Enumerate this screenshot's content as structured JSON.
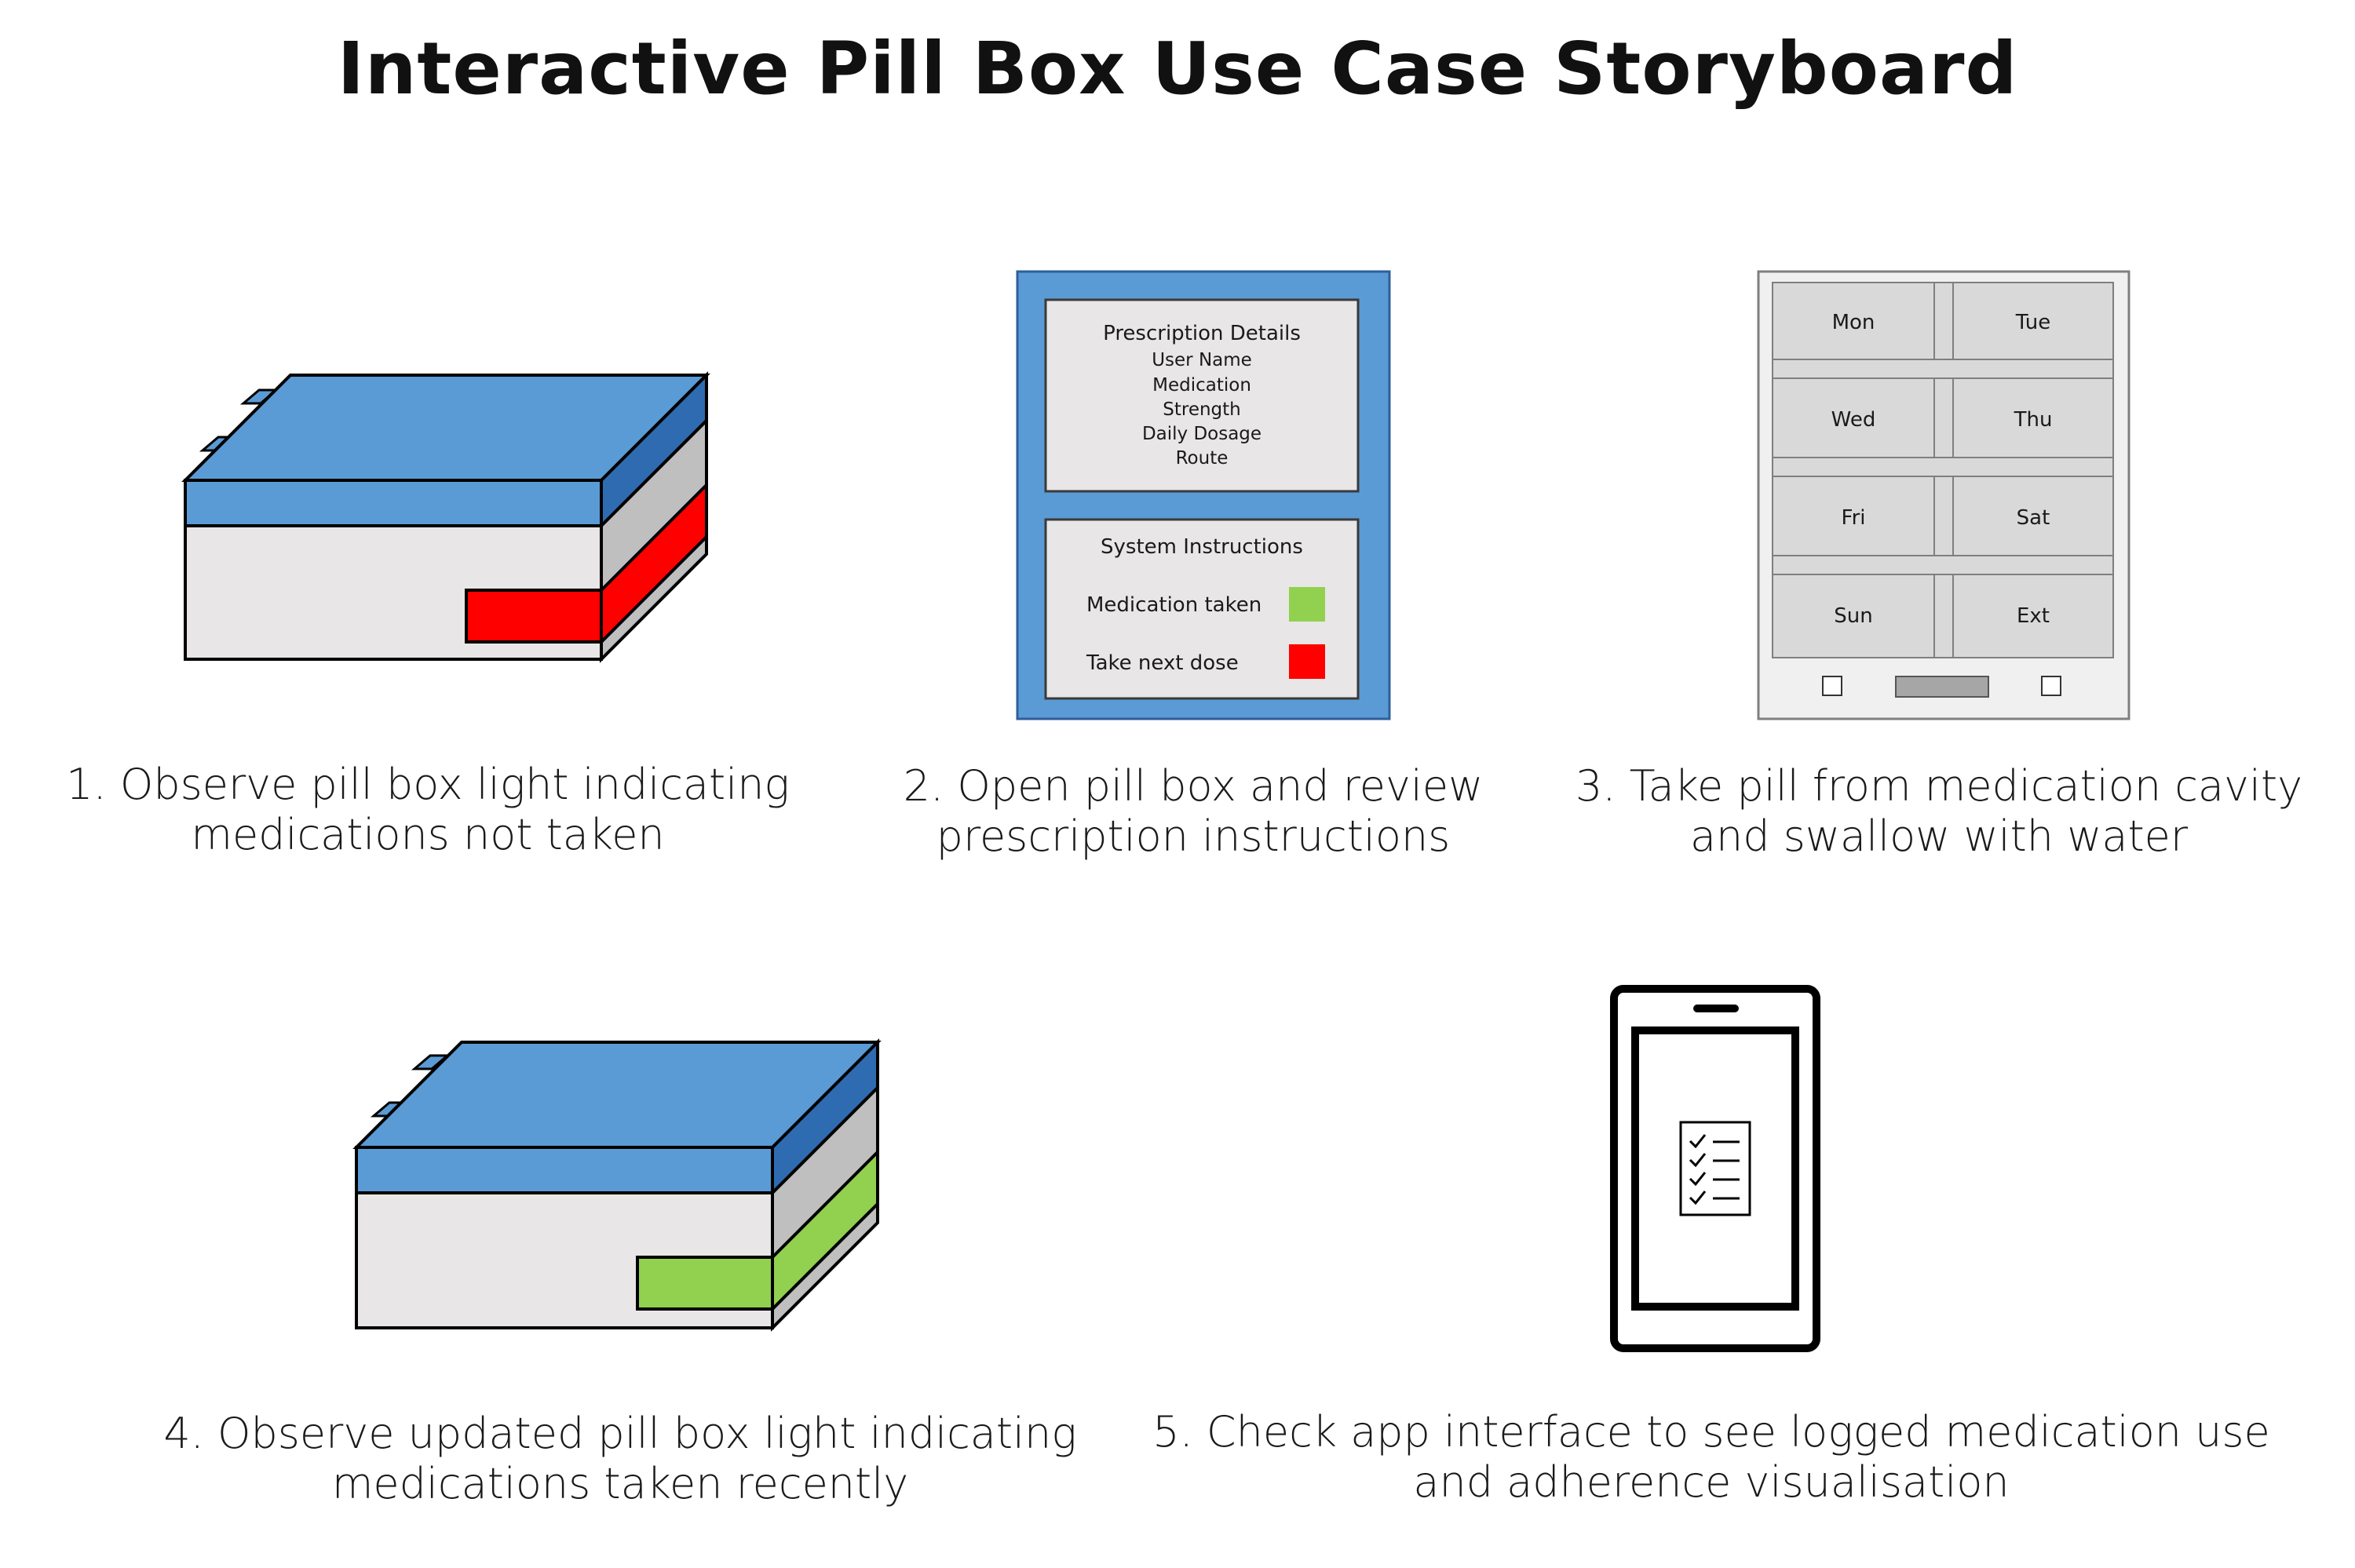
{
  "title": "Interactive Pill Box Use Case Storyboard",
  "colors": {
    "lid_blue": "#5b9bd5",
    "lid_blue_dark": "#2e6bb0",
    "box_light": "#e8e6e6",
    "box_side": "#bfbfbf",
    "alert_red": "#ff0000",
    "ok_green": "#92d050",
    "outline": "#000000",
    "panel_frame": "#5b9bd5",
    "tray_grey": "#d9d9d9"
  },
  "steps": [
    {
      "caption_line1": "1. Observe pill box light indicating",
      "caption_line2": "medications not taken"
    },
    {
      "caption_line1": "2. Open pill box and review",
      "caption_line2": "prescription instructions"
    },
    {
      "caption_line1": "3. Take pill from medication cavity",
      "caption_line2": "and swallow with water"
    },
    {
      "caption_line1": "4. Observe updated pill box light indicating",
      "caption_line2": "medications taken recently"
    },
    {
      "caption_line1": "5. Check app interface to see logged medication use",
      "caption_line2": "and adherence visualisation"
    }
  ],
  "prescription_panel": {
    "heading": "Prescription Details",
    "fields": [
      "User Name",
      "Medication",
      "Strength",
      "Daily Dosage",
      "Route"
    ],
    "instructions_heading": "System Instructions",
    "legend": [
      {
        "label": "Medication taken",
        "color": "#92d050"
      },
      {
        "label": "Take next dose",
        "color": "#ff0000"
      }
    ]
  },
  "tray": {
    "days": [
      "Mon",
      "Tue",
      "Wed",
      "Thu",
      "Fri",
      "Sat",
      "Sun",
      "Ext"
    ]
  },
  "phone": {
    "icon": "checklist-icon"
  }
}
